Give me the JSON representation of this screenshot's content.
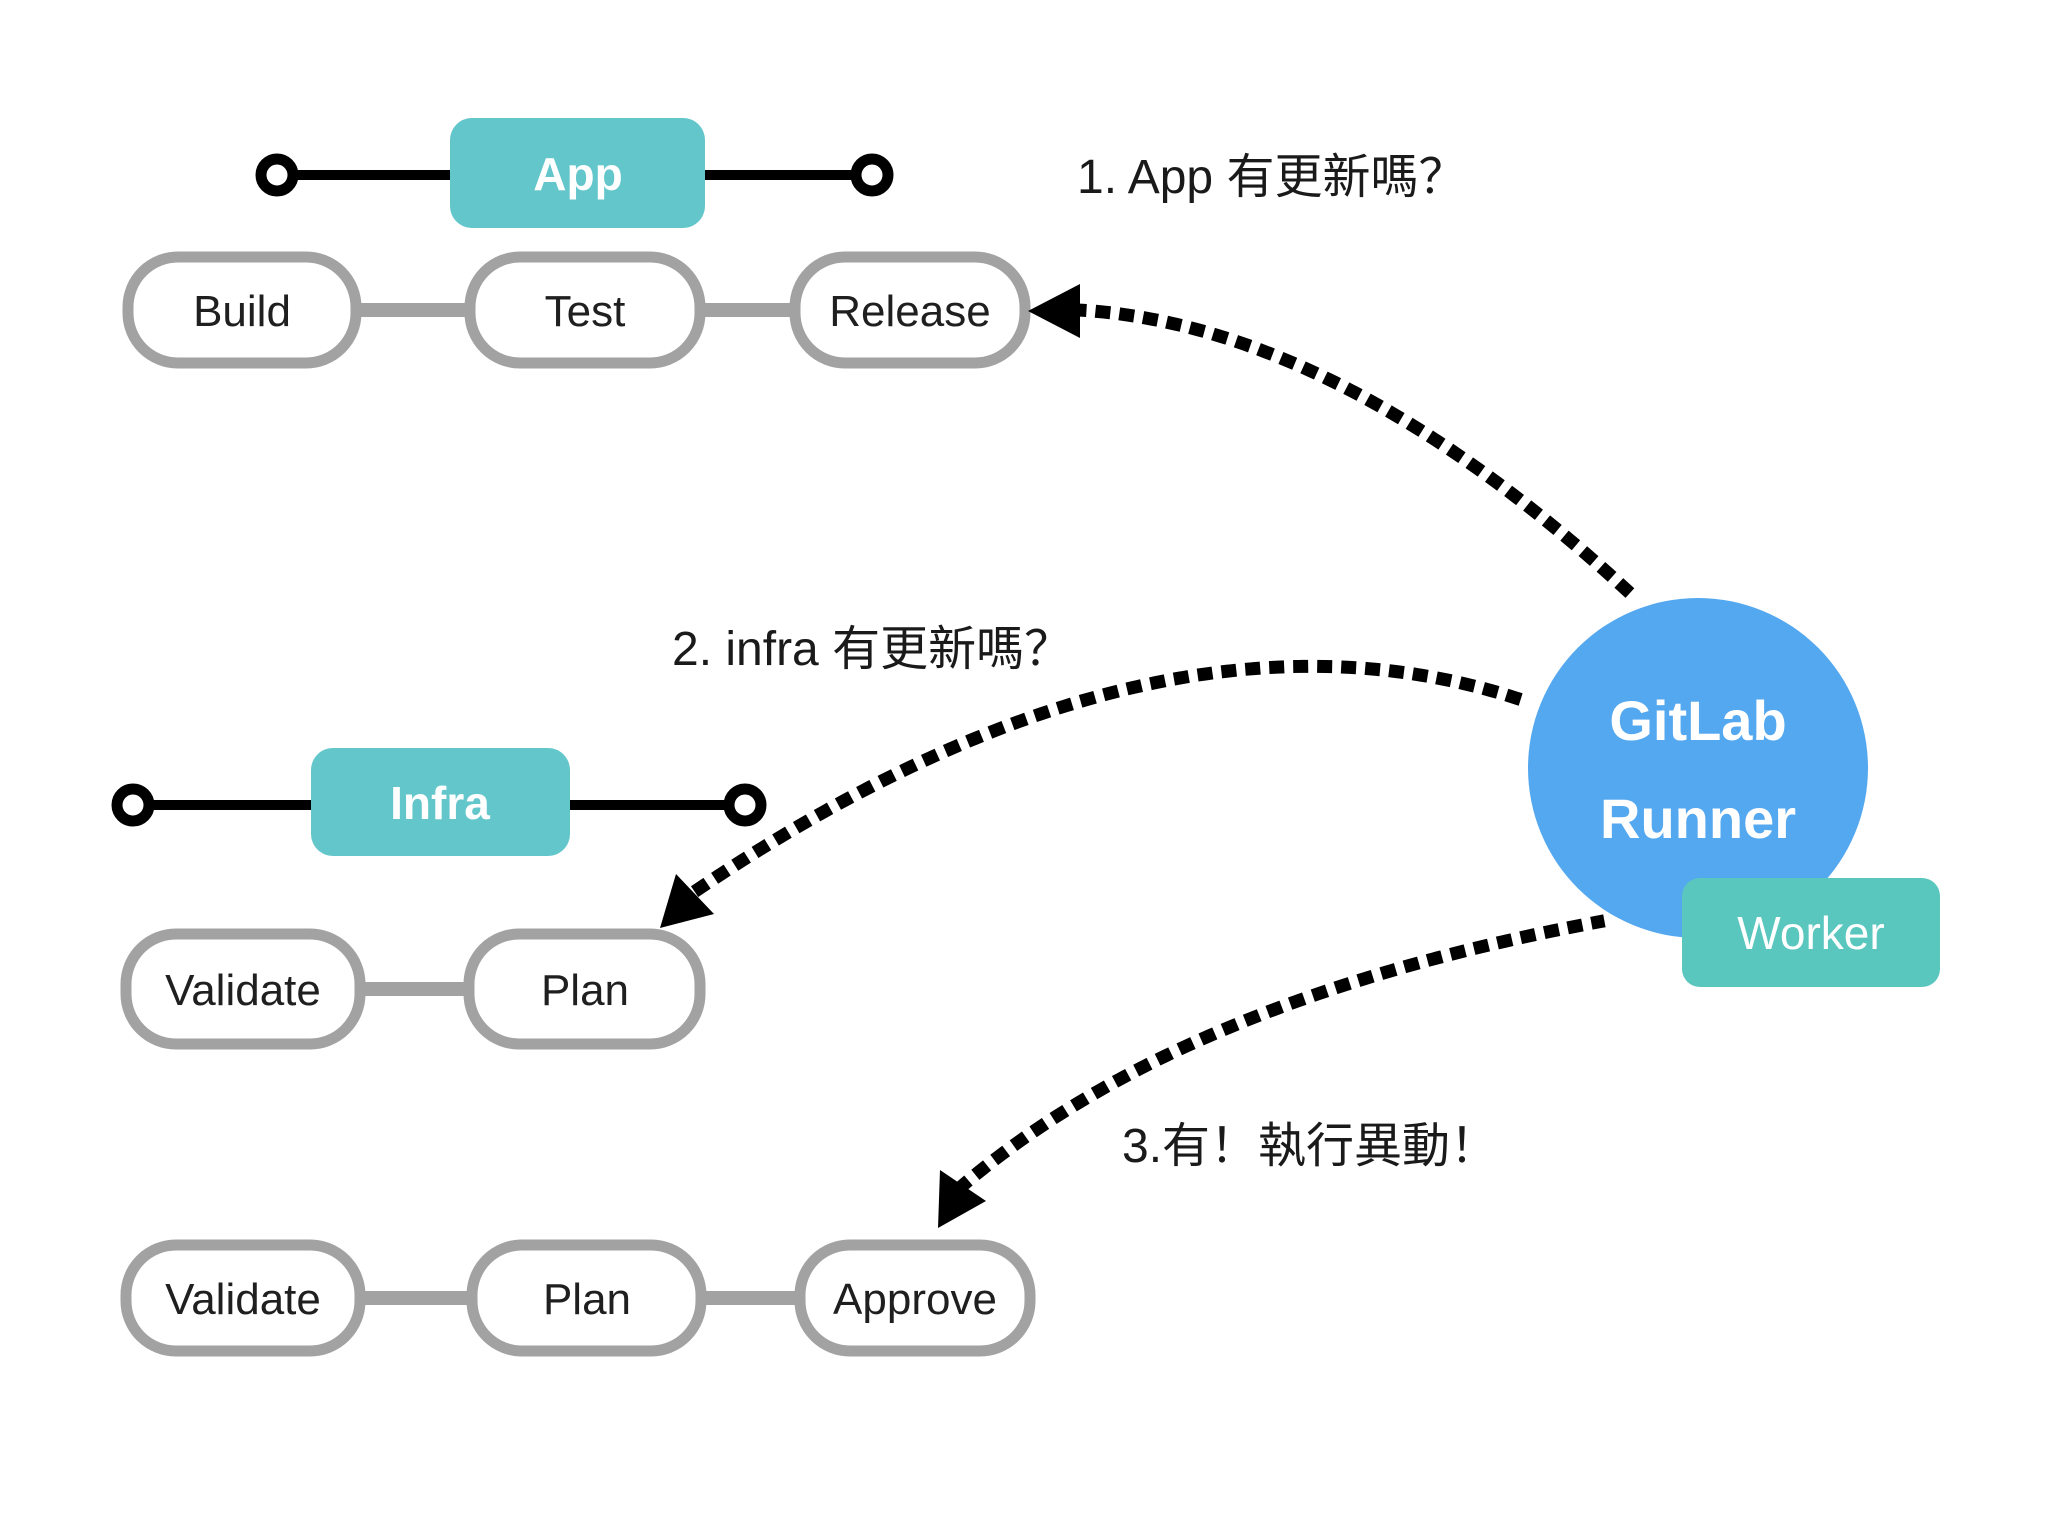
{
  "diagram": {
    "app_pipeline": {
      "label": "App",
      "stages": [
        "Build",
        "Test",
        "Release"
      ]
    },
    "infra_pipeline": {
      "label": "Infra",
      "plan_stages": [
        "Validate",
        "Plan"
      ],
      "apply_stages": [
        "Validate",
        "Plan",
        "Approve"
      ]
    },
    "runner": {
      "name_line1": "GitLab",
      "name_line2": "Runner",
      "worker_label": "Worker"
    },
    "annotations": {
      "step1": "1. App 有更新嗎？",
      "step2": "2. infra 有更新嗎？",
      "step3": "3.有！執行異動！"
    },
    "colors": {
      "stage_teal": "#62c6cb",
      "worker_teal": "#5ac7be",
      "runner_blue": "#54a8ef",
      "pill_border_gray": "#a2a2a2",
      "line_black": "#000000"
    }
  }
}
